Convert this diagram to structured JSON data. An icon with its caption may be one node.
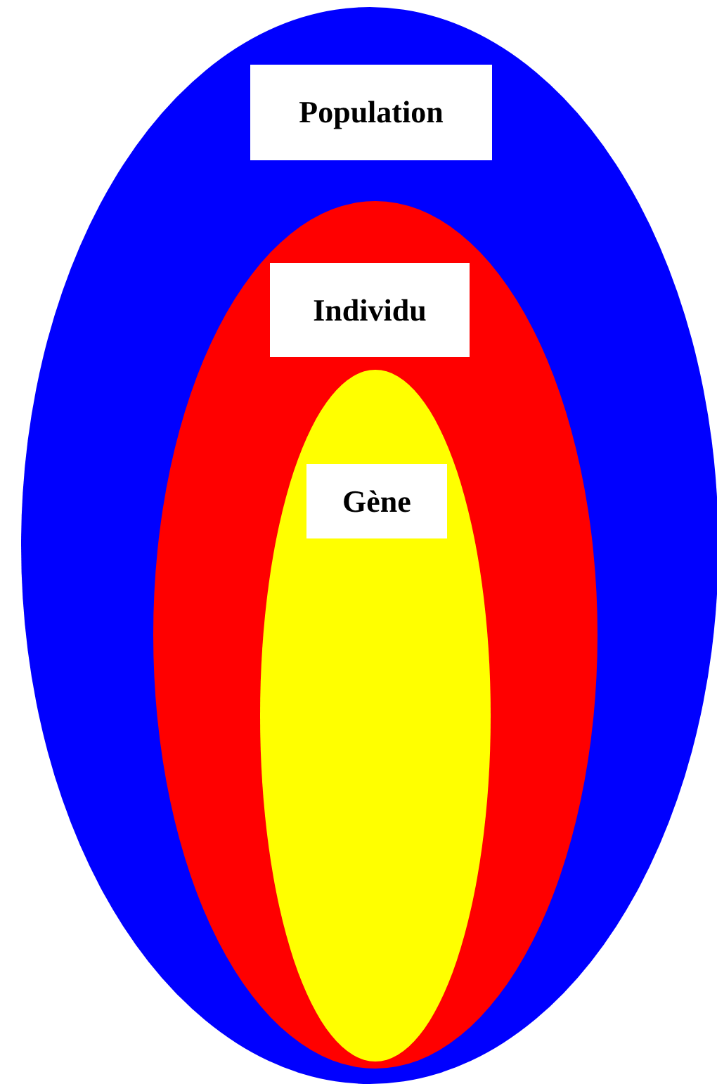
{
  "diagram": {
    "nodes": [
      {
        "text": [
          "Population"
        ]
      },
      {
        "text": [
          "Individu"
        ],
        "in": 0
      },
      {
        "text": [
          "Gène"
        ],
        "in": 1
      }
    ]
  }
}
